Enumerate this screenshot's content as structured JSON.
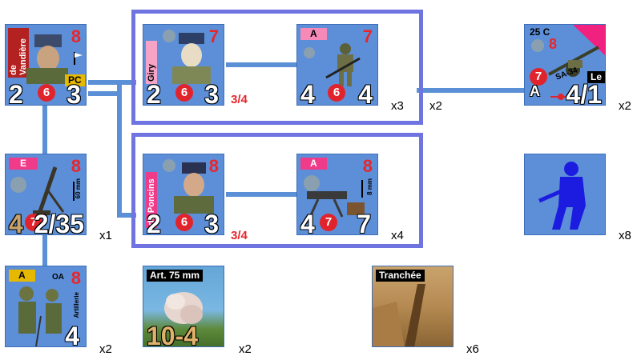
{
  "connectors": "",
  "counters": {
    "vandiere": {
      "name": "de Vandière",
      "red": "8",
      "tag": "PC",
      "stats": [
        "2",
        "6",
        "3"
      ]
    },
    "giry": {
      "name": "Giry",
      "red": "7",
      "stats": [
        "2",
        "6",
        "3"
      ],
      "ratio": "3/4"
    },
    "infantry_a": {
      "tag": "A",
      "red": "7",
      "stats": [
        "4",
        "6",
        "4"
      ],
      "mult": "x3"
    },
    "gun": {
      "top": "25 C",
      "red": "8",
      "circle": "7",
      "model": "SA-34",
      "tag": "Le",
      "letter": "A",
      "stats": "4/1",
      "mult": "x2"
    },
    "mortar": {
      "tag": "E",
      "red": "8",
      "caliber": "60 mm",
      "circle": "7",
      "stats_left": "4",
      "stats_right": "2/35",
      "mult": "x1"
    },
    "poncins": {
      "name": "de Poncins",
      "red": "8",
      "stats": [
        "2",
        "6",
        "3"
      ],
      "ratio": "3/4"
    },
    "mg": {
      "tag": "A",
      "red": "8",
      "caliber": "8 mm",
      "circle": "7",
      "stats": [
        "4",
        "7"
      ],
      "mult": "x4"
    },
    "silhouette": {
      "mult": "x8"
    },
    "observer": {
      "tag": "A",
      "sub": "OA",
      "red": "8",
      "role": "Artillerie",
      "stats": "4",
      "mult": "x2"
    },
    "artillery": {
      "title": "Art. 75 mm",
      "stats": "10-4",
      "mult": "x2"
    },
    "trench": {
      "title": "Tranchée",
      "mult": "x6"
    }
  },
  "group_mult": "x2",
  "colors": {
    "counter_bg": "#5d8fd8",
    "box_border": "#6f74e0",
    "connector": "#5b8fd6",
    "accent_red": "#e8262a"
  }
}
